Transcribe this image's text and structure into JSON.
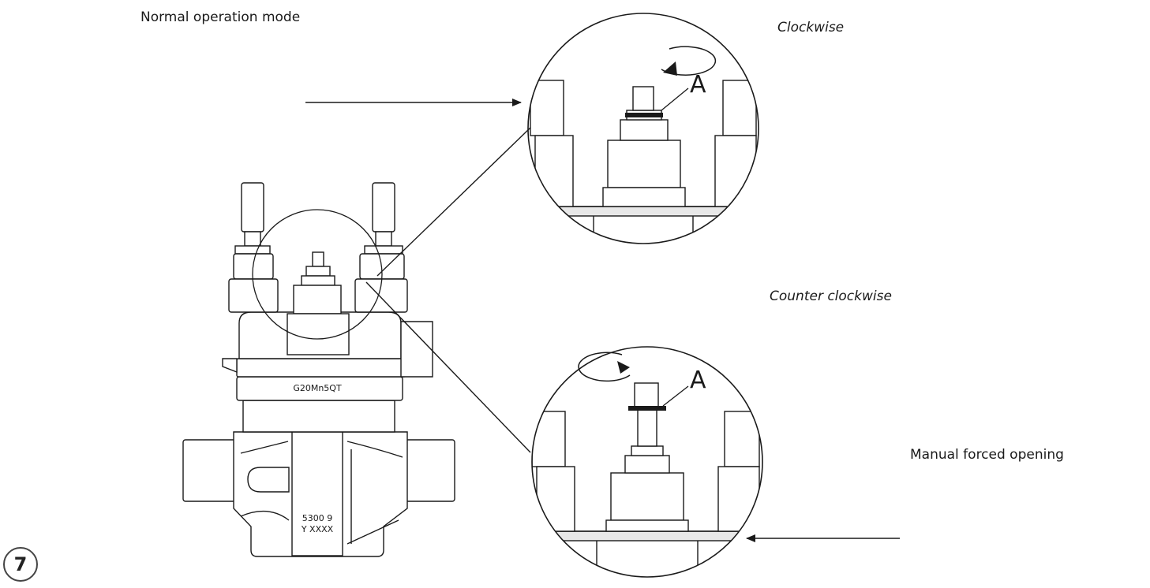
{
  "labels": {
    "normal_operation": "Normal operation mode",
    "clockwise": "Clockwise",
    "counter_clockwise": "Counter clockwise",
    "manual_forced_opening": "Manual forced opening"
  },
  "callouts": {
    "top_marker": "A",
    "bottom_marker": "A"
  },
  "valve_markings": {
    "material": "G20Mn5QT",
    "code_line1": "5300  9",
    "code_line2": "Y  XXXX"
  },
  "step_number": "7",
  "colors": {
    "line": "#1a1a1a",
    "background": "#ffffff"
  },
  "icons": [
    "rotation-arrow-clockwise-icon",
    "rotation-arrow-counterclockwise-icon"
  ]
}
